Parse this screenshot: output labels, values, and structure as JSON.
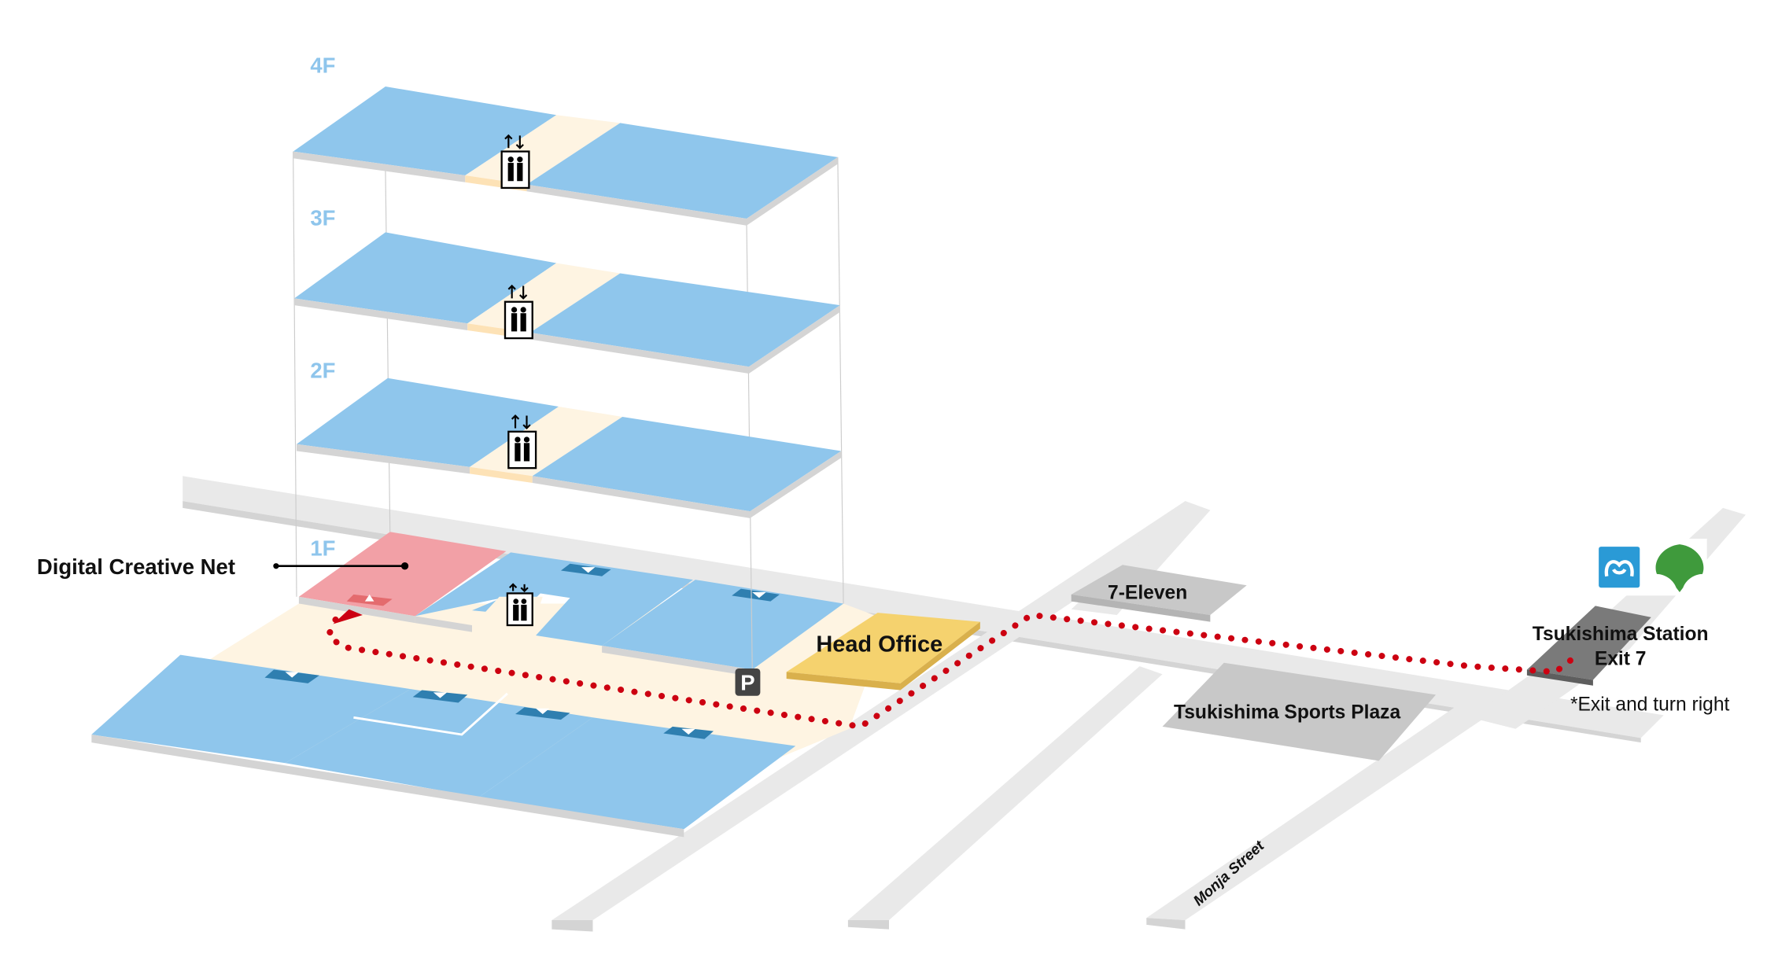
{
  "floors": [
    {
      "label": "4F"
    },
    {
      "label": "3F"
    },
    {
      "label": "2F"
    },
    {
      "label": "1F"
    }
  ],
  "places": {
    "tenant": "Digital Creative Net",
    "head_office": "Head Office",
    "convenience_store": "7-Eleven",
    "sports_plaza": "Tsukishima Sports Plaza",
    "station_line1": "Tsukishima Station",
    "station_line2": "Exit 7",
    "station_note": "*Exit and turn right",
    "street": "Monja Street",
    "parking": "P"
  },
  "colors": {
    "office_blue": "#8fc6ec",
    "corridor": "#fef4e2",
    "tenant_pink": "#f2a0a6",
    "head_office_yellow": "#f5d26e",
    "road": "#e9e9e9",
    "building_gray": "#c8c8c8",
    "station_gray": "#7a7a7a",
    "route_red": "#cc0011",
    "metro_blue": "#2a9ad6",
    "toei_green": "#3f9a3c"
  }
}
